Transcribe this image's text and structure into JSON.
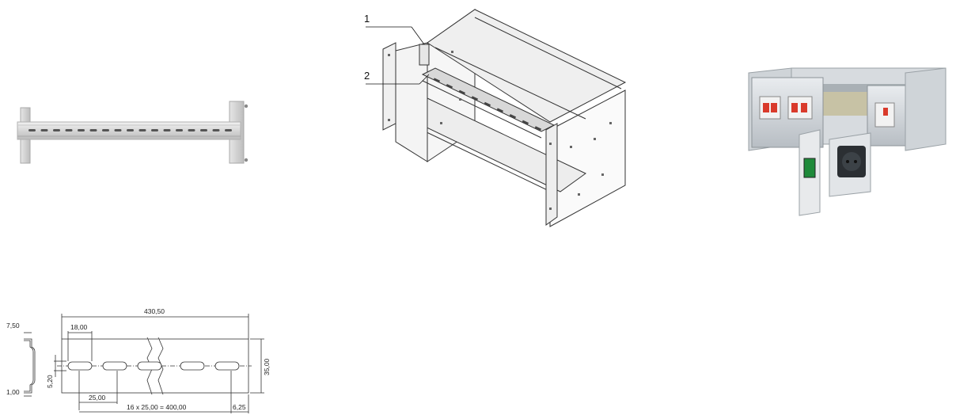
{
  "figure": {
    "callouts": [
      "1",
      "2"
    ],
    "dimensions": {
      "overall_length": "430,50",
      "slot_length": "18,00",
      "slot_pitch": "25,00",
      "pitch_total": "16 x 25,00 = 400,00",
      "end_offset": "6,25",
      "rail_height": "35,00",
      "slot_width": "5,20",
      "flange": "7,50",
      "thickness": "1,00"
    }
  }
}
